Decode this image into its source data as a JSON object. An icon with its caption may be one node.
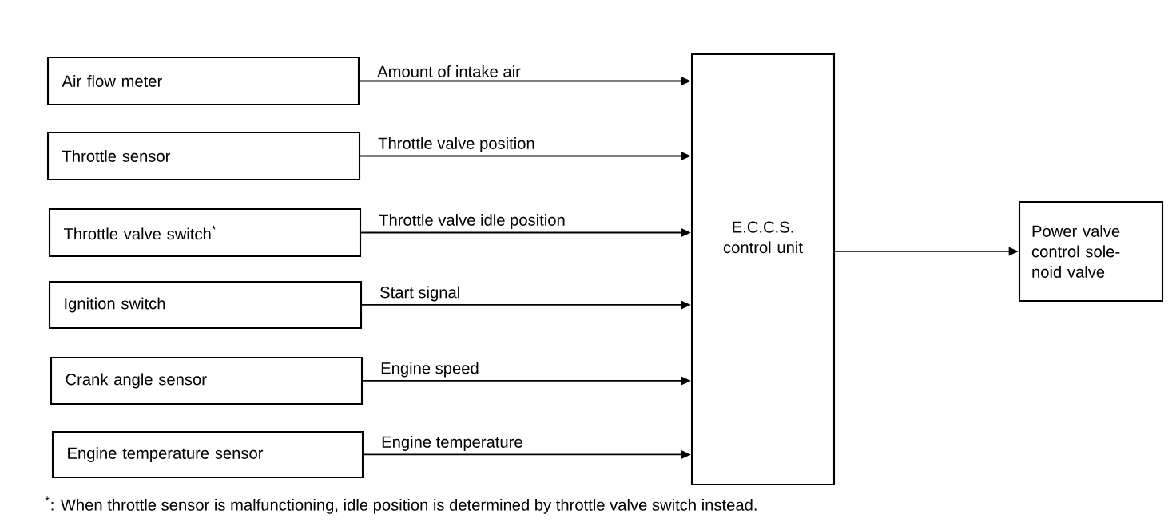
{
  "diagram": {
    "nodes": [
      {
        "text": [
          "Air flow meter"
        ]
      },
      {
        "text": [
          "Throttle sensor"
        ]
      },
      {
        "text": [
          "Throttle valve switch$^{*}$"
        ]
      },
      {
        "text": [
          "Ignition switch"
        ]
      },
      {
        "text": [
          "Crank angle sensor"
        ]
      },
      {
        "text": [
          "Engine temperature sensor"
        ]
      },
      {
        "text": [
          "E.C.C.S. control unit"
        ]
      },
      {
        "text": [
          "Power valve control sole- noid valve"
        ]
      }
    ],
    "edges": [
      {
        "from": 0,
        "to": 6,
        "arrow": "to",
        "label": "Amount of intake air"
      },
      {
        "from": 1,
        "to": 6,
        "arrow": "to",
        "label": "Throttle valve position"
      },
      {
        "from": 2,
        "to": 6,
        "arrow": "to",
        "label": "Throttle valve idle position"
      },
      {
        "from": 3,
        "to": 6,
        "arrow": "to",
        "label": "Start signal"
      },
      {
        "from": 4,
        "to": 6,
        "arrow": "to",
        "label": "Engine speed"
      },
      {
        "from": 5,
        "to": 6,
        "arrow": "to",
        "label": "Engine temperature"
      },
      {
        "from": 6,
        "to": 7,
        "arrow": "to"
      }
    ],
    "labels": [
      "$^{*}$: When throttle sensor is malfunctioning, idle position is determined by throttle valve switch instead."
    ]
  }
}
